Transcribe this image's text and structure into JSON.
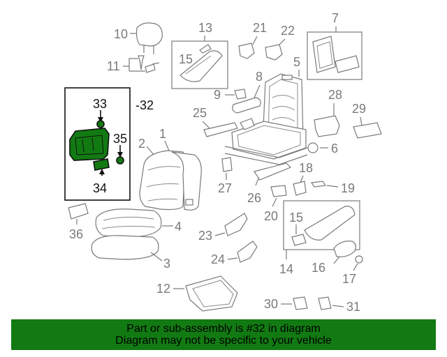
{
  "callouts": {
    "c1": "1",
    "c2": "2",
    "c3": "3",
    "c4": "4",
    "c5": "5",
    "c6": "6",
    "c7": "7",
    "c8": "8",
    "c9": "9",
    "c10": "10",
    "c11": "11",
    "c12": "12",
    "c13": "13",
    "c14": "14",
    "c15a": "15",
    "c15b": "15",
    "c16": "16",
    "c17": "17",
    "c18": "18",
    "c19": "19",
    "c20": "20",
    "c21": "21",
    "c22": "22",
    "c23": "23",
    "c24": "24",
    "c25": "25",
    "c26": "26",
    "c27": "27",
    "c28": "28",
    "c29": "29",
    "c30": "30",
    "c31": "31",
    "c32": "-32",
    "c33": "33",
    "c34": "34",
    "c35": "35",
    "c36": "36"
  },
  "banner": {
    "line1": "Part or sub-assembly is #32 in diagram",
    "line2": "Diagram may not be specific to your vehicle"
  },
  "colors": {
    "highlight": "#127a12",
    "banner_bg": "#127a12",
    "line_gray": "#7a7a7a"
  }
}
